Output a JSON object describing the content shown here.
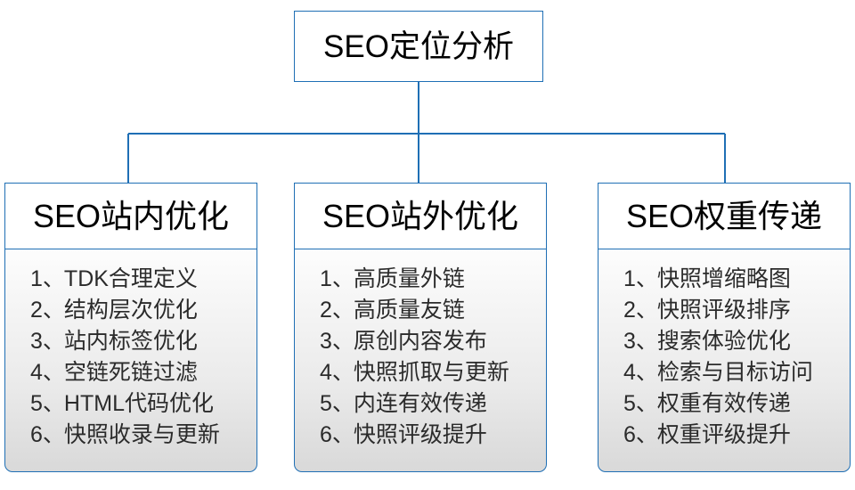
{
  "diagram": {
    "title": "SEO定位分析",
    "accent_color": "#1f6fb5",
    "root": {
      "label": "SEO定位分析"
    },
    "branches": [
      {
        "id": "seo-onsite",
        "header": "SEO站内优化",
        "items": [
          {
            "index": "1",
            "sep": "、",
            "text": "TDK合理定义"
          },
          {
            "index": "2",
            "sep": "、",
            "text": "结构层次优化"
          },
          {
            "index": "3",
            "sep": "、",
            "text": "站内标签优化"
          },
          {
            "index": "4",
            "sep": "、",
            "text": "空链死链过滤"
          },
          {
            "index": "5",
            "sep": "、",
            "text": "HTML代码优化"
          },
          {
            "index": "6",
            "sep": "、",
            "text": "快照收录与更新"
          }
        ]
      },
      {
        "id": "seo-offsite",
        "header": "SEO站外优化",
        "items": [
          {
            "index": "1",
            "sep": "、",
            "text": "高质量外链"
          },
          {
            "index": "2",
            "sep": "、",
            "text": "高质量友链"
          },
          {
            "index": "3",
            "sep": "、",
            "text": "原创内容发布"
          },
          {
            "index": "4",
            "sep": "、",
            "text": "快照抓取与更新"
          },
          {
            "index": "5",
            "sep": "、",
            "text": "内连有效传递"
          },
          {
            "index": "6",
            "sep": "、",
            "text": "快照评级提升"
          }
        ]
      },
      {
        "id": "seo-weight",
        "header": "SEO权重传递",
        "items": [
          {
            "index": "1",
            "sep": "、",
            "text": "快照增缩略图"
          },
          {
            "index": "2",
            "sep": "、",
            "text": "快照评级排序"
          },
          {
            "index": "3",
            "sep": "、",
            "text": "搜索体验优化"
          },
          {
            "index": "4",
            "sep": "、",
            "text": "检索与目标访问"
          },
          {
            "index": "5",
            "sep": "、",
            "text": "权重有效传递"
          },
          {
            "index": "6",
            "sep": "、",
            "text": "权重评级提升"
          }
        ]
      }
    ]
  }
}
